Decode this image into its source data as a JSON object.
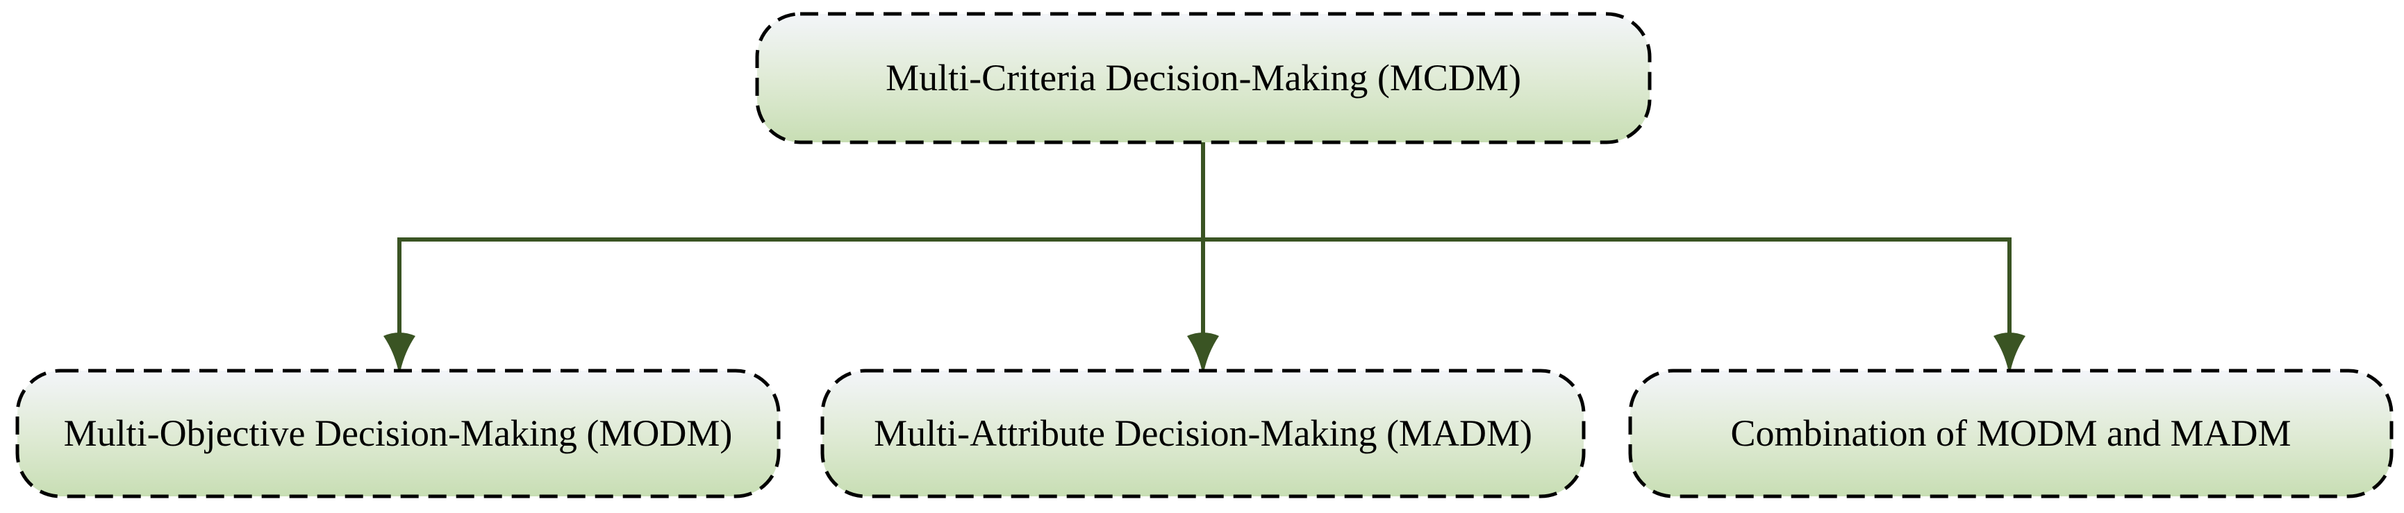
{
  "diagram": {
    "title": "MCDM classification tree",
    "nodes": [
      {
        "id": "mcdm",
        "level": "root",
        "label": "Multi-Criteria Decision-Making (MCDM)"
      },
      {
        "id": "modm",
        "level": "child",
        "label": "Multi-Objective Decision-Making (MODM)"
      },
      {
        "id": "madm",
        "level": "child",
        "label": "Multi-Attribute Decision-Making (MADM)"
      },
      {
        "id": "combination",
        "level": "child",
        "label": "Combination of MODM and MADM"
      }
    ],
    "edges": [
      {
        "from": "mcdm",
        "to": "modm"
      },
      {
        "from": "mcdm",
        "to": "madm"
      },
      {
        "from": "mcdm",
        "to": "combination"
      }
    ],
    "colors": {
      "background": "#ffffff",
      "connector": "#3a5423",
      "box_border": "#000000",
      "box_gradient_top": "#f3f5f9",
      "box_gradient_middle": "#e0ebd6",
      "box_gradient_bottom": "#c8deb4",
      "text": "#000000"
    }
  }
}
